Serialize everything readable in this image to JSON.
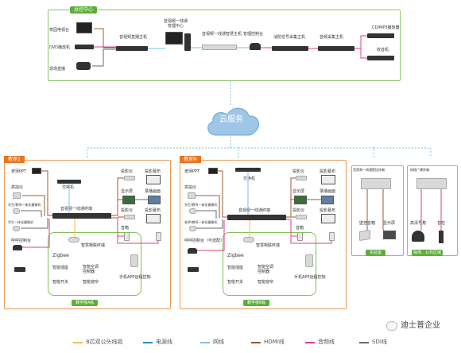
{
  "control_center": {
    "title": "总控中心",
    "sources": [
      "校园电视台",
      "DVD播放机",
      "现场直播"
    ],
    "devices": [
      "音视频直播主机",
      "音视频一线通\n管理中心",
      "音视频一线通智慧主机",
      "管理控制台",
      "消防信号采集主机",
      "音频采集主机"
    ],
    "players": [
      "CD/MP3播放器",
      "收音机"
    ]
  },
  "cloud": {
    "label": "云服务"
  },
  "classroom1": {
    "title": "教室1",
    "left_items": [
      "老师PPT",
      "高拍仪",
      "学生/教师一体化摄像机",
      "学生一体化摄像机",
      "呼呼控制台"
    ],
    "switch": "交换机",
    "terminal": "音视频一线通终端",
    "right_items": [
      "投影仪",
      "投影幕布",
      "显示屏",
      "录播画面",
      "投影仪",
      "投影幕布",
      "音箱"
    ],
    "smart": {
      "title": "智慧物联终端",
      "zigbee": "Zigbee",
      "items": [
        "智能插座",
        "智能空调\n控制器",
        "智能开关",
        "智能窗帘"
      ],
      "app": "手机APP远程控制"
    },
    "building": "教学楼A栋"
  },
  "classroomN": {
    "title": "教室N",
    "left_items": [
      "老师PPT",
      "高拍仪",
      "学生/教师一体化摄像机",
      "老师/教师一体化摄像机",
      "呼呼控制台（可选配）"
    ],
    "switch": "交换机",
    "terminal": "音视频一线通终端",
    "right_items": [
      "投影仪",
      "投影幕布",
      "显示屏",
      "录播画面",
      "投影仪",
      "投影幕布",
      "音箱"
    ],
    "smart": {
      "title": "智慧物联终端",
      "zigbee": "Zigbee",
      "items": [
        "智能插座",
        "智能空调\n控制器",
        "智能开关",
        "智能窗帘"
      ],
      "app": "手机APP远程控制"
    },
    "building": "教学楼B栋"
  },
  "wall_terminal": {
    "title": "音视频一线通壁挂终端",
    "items": [
      "壁挂音箱",
      "显示屏"
    ],
    "room": "实验室"
  },
  "broadcast": {
    "title": "网络广播终端",
    "items": [
      "高清号角",
      "音柱"
    ],
    "room": "操场、公共区域"
  },
  "legend": [
    {
      "label": "8芯双公头线缆",
      "color": "#f0c14a"
    },
    {
      "label": "电源线",
      "color": "#2a8cc8"
    },
    {
      "label": "网线",
      "color": "#7ac0e6"
    },
    {
      "label": "HDMI线",
      "color": "#a05a2c"
    },
    {
      "label": "音频线",
      "color": "#d9418a"
    },
    {
      "label": "SDI线",
      "color": "#6a6a6a"
    }
  ],
  "watermark": "迪士普企业",
  "colors": {
    "accent_green": "#5cae3a",
    "accent_orange": "#e8741e",
    "cloud": "#9fc6e6"
  }
}
